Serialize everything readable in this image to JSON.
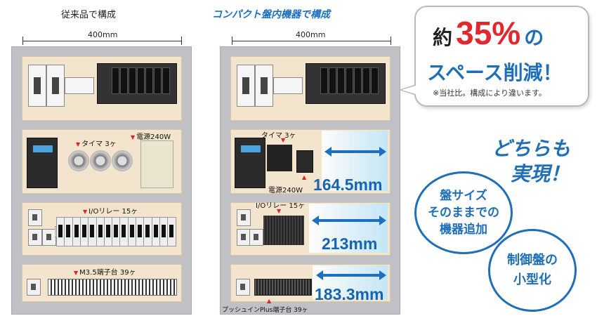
{
  "left": {
    "title": "従来品で構成",
    "dimension": "400mm",
    "timer_label": "タイマ 3ヶ",
    "psu_label": "電源240W",
    "relay_label": "I/Oリレー 15ヶ",
    "terminal_label": "M3.5端子台 39ヶ"
  },
  "right": {
    "title": "コンパクト盤内機器で構成",
    "dimension": "400mm",
    "timer_label": "タイマ 3ヶ",
    "psu_label": "電源240W",
    "relay_label": "I/Oリレー 15ヶ",
    "terminal_label": "プッシュインPlus端子台 39ヶ",
    "measure_1": "164.5mm",
    "measure_2": "213mm",
    "measure_3": "183.3mm"
  },
  "callout": {
    "prefix": "約",
    "percent": "35%",
    "suffix": "の",
    "line2": "スペース削減！",
    "note": "※当社比。構成により違います。"
  },
  "headline": {
    "line1": "どちらも",
    "line2": "実現！"
  },
  "circles": {
    "c1": [
      "盤サイズ",
      "そのままでの",
      "機器追加"
    ],
    "c2": [
      "制御盤の",
      "小型化"
    ]
  },
  "colors": {
    "accent_blue": "#1e6eb8",
    "accent_red": "#e0282e"
  }
}
